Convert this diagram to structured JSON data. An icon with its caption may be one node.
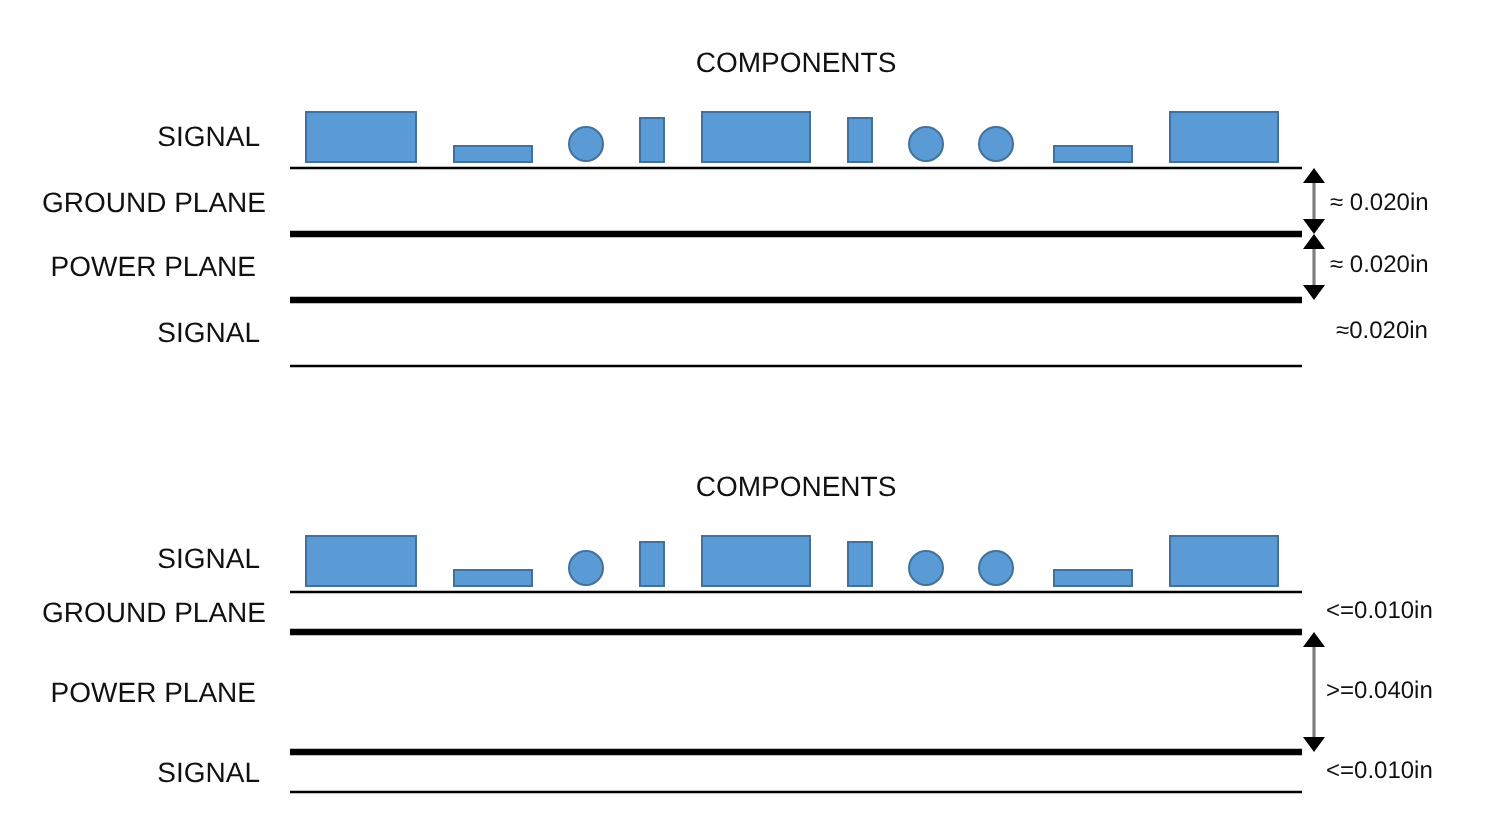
{
  "diagram": {
    "labels": [
      "COMPONENTS",
      "SIGNAL",
      "GROUND PLANE",
      "≈ 0.020in",
      "POWER PLANE",
      "≈ 0.020in",
      "SIGNAL",
      "≈0.020in",
      "COMPONENTS",
      "SIGNAL",
      "GROUND PLANE",
      "<=0.010in",
      "POWER PLANE",
      ">=0.040in",
      "SIGNAL",
      "<=0.010in"
    ]
  }
}
